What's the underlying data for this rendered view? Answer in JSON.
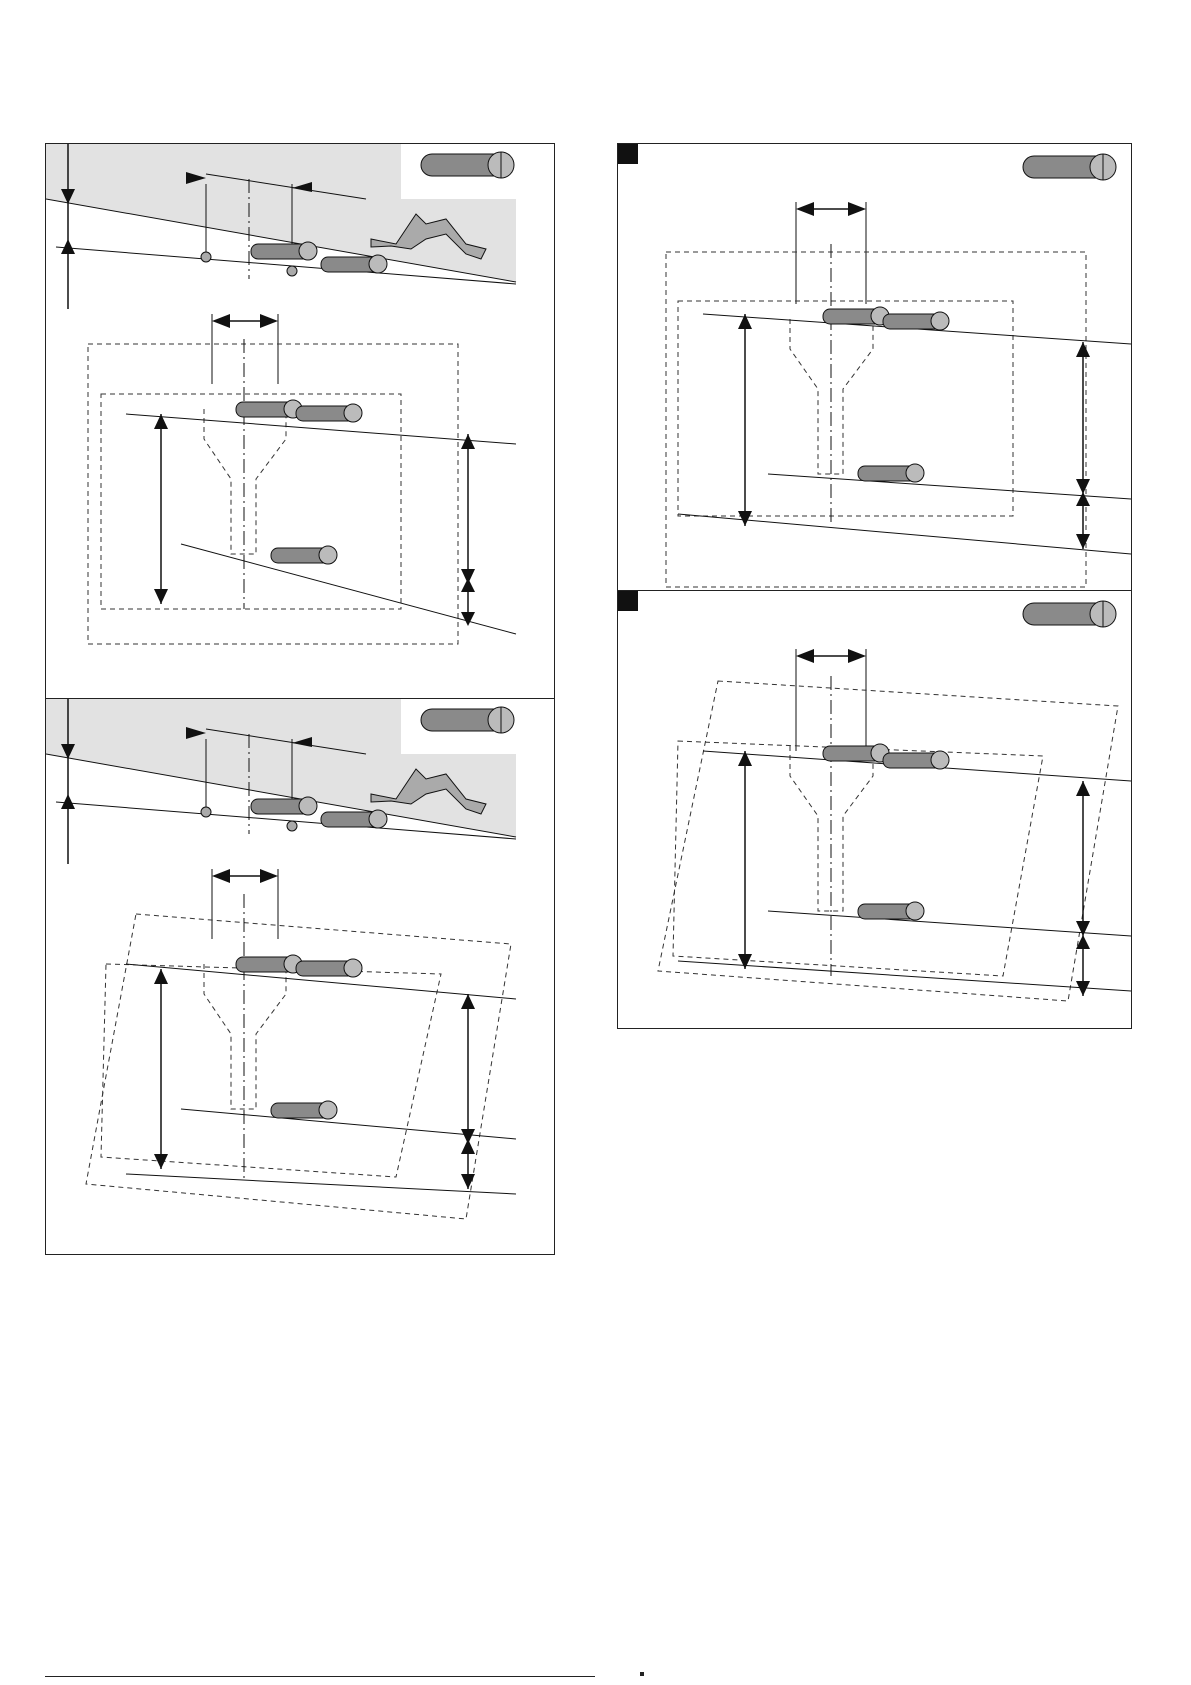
{
  "panels": [
    {
      "id": "panel-a",
      "wall": "flat",
      "hood": "straight"
    },
    {
      "id": "panel-b",
      "wall": "sloped",
      "hood": "slanted"
    },
    {
      "id": "panel-c",
      "wall": "none",
      "hood": "straight"
    },
    {
      "id": "panel-d",
      "wall": "none",
      "hood": "slanted"
    }
  ],
  "colors": {
    "line": "#111111",
    "wall": "#e2e2e2",
    "dowel": "#8a8a8a",
    "dowel_dark": "#4a4a4a"
  },
  "icons": [
    "dowel-icon",
    "wall-bracket-icon",
    "screw-head-icon",
    "dimension-arrow-icon"
  ]
}
